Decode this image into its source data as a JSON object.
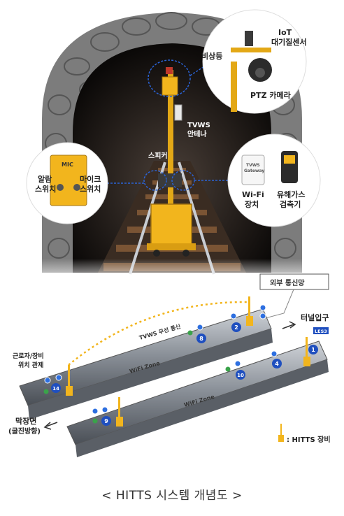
{
  "callouts": {
    "sensor_circle": {
      "emergency_light": "비상등",
      "iot_sensor_line1": "IoT",
      "iot_sensor_line2": "대기질센서",
      "ptz_camera": "PTZ 카메라"
    },
    "left_circle": {
      "mic_label": "MIC",
      "alarm_switch_line1": "알람",
      "alarm_switch_line2": "스위치",
      "mic_switch_line1": "마이크",
      "mic_switch_line2": "스위치"
    },
    "right_circle": {
      "gateway_label_line1": "TVWS",
      "gateway_label_line2": "Gateway",
      "wifi_device_line1": "Wi-Fi",
      "wifi_device_line2": "장치",
      "gas_detector_line1": "유해가스",
      "gas_detector_line2": "검측기"
    },
    "tvws_antenna_line1": "TVWS",
    "tvws_antenna_line2": "안테나",
    "speaker": "스피커"
  },
  "map": {
    "external_network": "외부 통신망",
    "tunnel_entrance": "터널입구",
    "tunnel_face_line1": "막장면",
    "tunnel_face_line2": "(굴진방향)",
    "worker_tracking_line1": "근로자/장비",
    "worker_tracking_line2": "위치 관제",
    "tvws_link": "TVWS 무선 통신",
    "wifi_zone_upper": "WiFi Zone",
    "wifi_zone_lower": "WiFi Zone",
    "les_tag": "LES3",
    "markers": [
      "2",
      "8",
      "14",
      "1",
      "4",
      "10",
      "9"
    ],
    "legend": ": HITTS 장비"
  },
  "colors": {
    "equipment_yellow": "#f2b51d",
    "marker_blue": "#1f4fbf",
    "dotted_link": "#f2b51d",
    "leader_blue": "#2a63d6"
  },
  "caption": "< HITTS 시스템 개념도 >"
}
